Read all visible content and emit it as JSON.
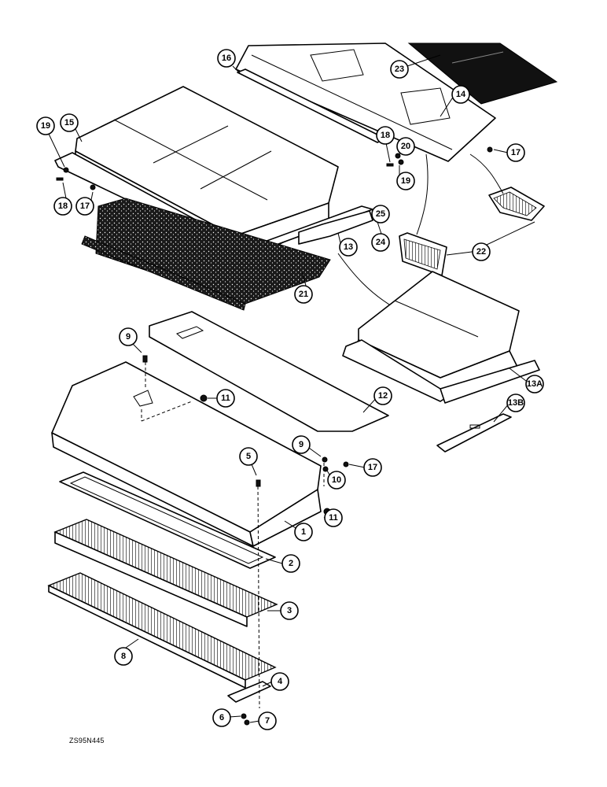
{
  "drawing_code": "ZS95N445",
  "callouts": [
    {
      "id": "c1",
      "label": "1"
    },
    {
      "id": "c2",
      "label": "2"
    },
    {
      "id": "c3",
      "label": "3"
    },
    {
      "id": "c4",
      "label": "4"
    },
    {
      "id": "c5",
      "label": "5"
    },
    {
      "id": "c6",
      "label": "6"
    },
    {
      "id": "c7",
      "label": "7"
    },
    {
      "id": "c8",
      "label": "8"
    },
    {
      "id": "c9a",
      "label": "9"
    },
    {
      "id": "c9b",
      "label": "9"
    },
    {
      "id": "c10",
      "label": "10"
    },
    {
      "id": "c11a",
      "label": "11"
    },
    {
      "id": "c11b",
      "label": "11"
    },
    {
      "id": "c12",
      "label": "12"
    },
    {
      "id": "c13",
      "label": "13"
    },
    {
      "id": "c13a",
      "label": "13A"
    },
    {
      "id": "c13b",
      "label": "13B"
    },
    {
      "id": "c14",
      "label": "14"
    },
    {
      "id": "c15",
      "label": "15"
    },
    {
      "id": "c16",
      "label": "16"
    },
    {
      "id": "c17a",
      "label": "17"
    },
    {
      "id": "c17b",
      "label": "17"
    },
    {
      "id": "c17c",
      "label": "17"
    },
    {
      "id": "c18a",
      "label": "18"
    },
    {
      "id": "c18b",
      "label": "18"
    },
    {
      "id": "c19a",
      "label": "19"
    },
    {
      "id": "c19b",
      "label": "19"
    },
    {
      "id": "c20",
      "label": "20"
    },
    {
      "id": "c21",
      "label": "21"
    },
    {
      "id": "c22",
      "label": "22"
    },
    {
      "id": "c23",
      "label": "23"
    },
    {
      "id": "c24",
      "label": "24"
    },
    {
      "id": "c25",
      "label": "25"
    }
  ]
}
